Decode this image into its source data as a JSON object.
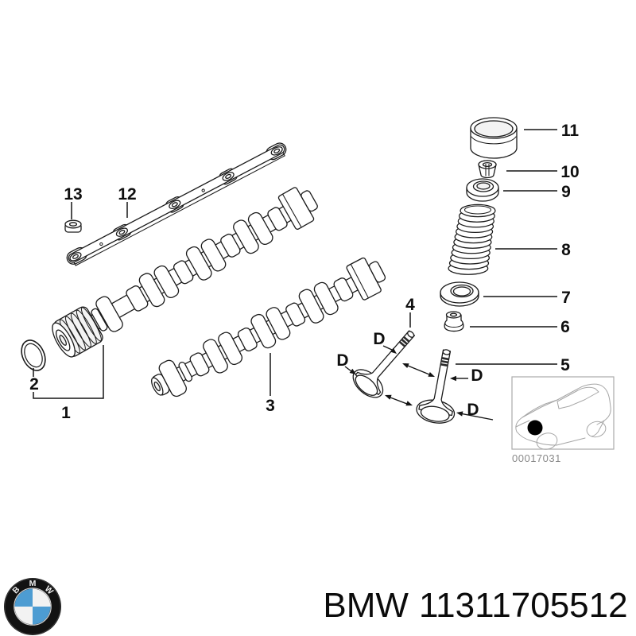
{
  "page": {
    "background": "#ffffff"
  },
  "diagram": {
    "part_labels": {
      "1": "1",
      "2": "2",
      "3": "3",
      "4": "4",
      "5": "5",
      "6": "6",
      "7": "7",
      "8": "8",
      "9": "9",
      "10": "10",
      "11": "11",
      "12": "12",
      "13": "13"
    },
    "d_label": "D",
    "car_box": {
      "code": "00017031"
    }
  },
  "footer": {
    "brand": "BMW",
    "part_number": "11311705512",
    "logo": {
      "letters": [
        "B",
        "M",
        "W"
      ],
      "blue": "#4d9cd2",
      "dark": "#121212"
    }
  }
}
